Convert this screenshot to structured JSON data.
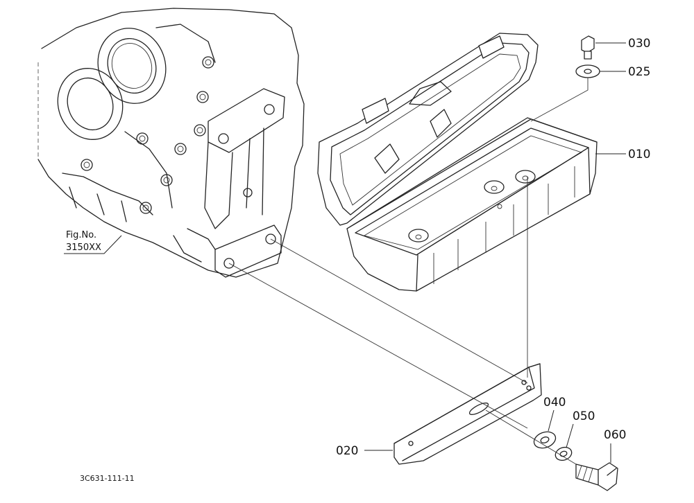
{
  "reference": {
    "line1": "Fig.No.",
    "line2": "3150XX"
  },
  "drawing_id": "3C631-111-11",
  "parts": [
    {
      "no": "010"
    },
    {
      "no": "020"
    },
    {
      "no": "025"
    },
    {
      "no": "030"
    },
    {
      "no": "040"
    },
    {
      "no": "050"
    },
    {
      "no": "060"
    }
  ]
}
